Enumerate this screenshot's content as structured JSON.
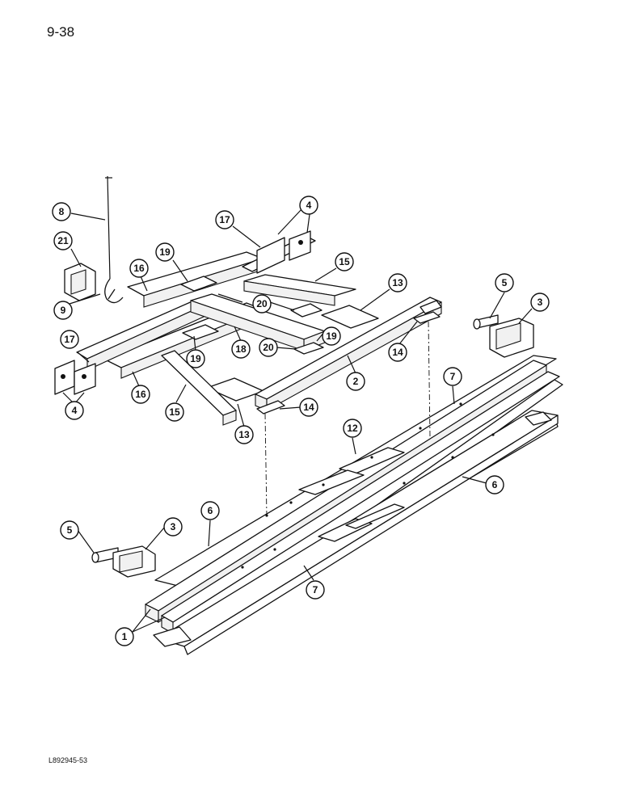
{
  "page": {
    "page_number": "9-38",
    "figure_code": "L892945-53"
  },
  "callouts": [
    {
      "id": "c8",
      "label": "8"
    },
    {
      "id": "c17a",
      "label": "17"
    },
    {
      "id": "c4a",
      "label": "4"
    },
    {
      "id": "c21",
      "label": "21"
    },
    {
      "id": "c16a",
      "label": "16"
    },
    {
      "id": "c19a",
      "label": "19"
    },
    {
      "id": "c15a",
      "label": "15"
    },
    {
      "id": "c13a",
      "label": "13"
    },
    {
      "id": "c5a",
      "label": "5"
    },
    {
      "id": "c3a",
      "label": "3"
    },
    {
      "id": "c9",
      "label": "9"
    },
    {
      "id": "c20a",
      "label": "20"
    },
    {
      "id": "c17b",
      "label": "17"
    },
    {
      "id": "c19b",
      "label": "19"
    },
    {
      "id": "c18",
      "label": "18"
    },
    {
      "id": "c20b",
      "label": "20"
    },
    {
      "id": "c19c",
      "label": "19"
    },
    {
      "id": "c14a",
      "label": "14"
    },
    {
      "id": "c4b",
      "label": "4"
    },
    {
      "id": "c16b",
      "label": "16"
    },
    {
      "id": "c2",
      "label": "2"
    },
    {
      "id": "c7a",
      "label": "7"
    },
    {
      "id": "c15b",
      "label": "15"
    },
    {
      "id": "c13b",
      "label": "13"
    },
    {
      "id": "c14b",
      "label": "14"
    },
    {
      "id": "c12",
      "label": "12"
    },
    {
      "id": "c6a",
      "label": "6"
    },
    {
      "id": "c6b",
      "label": "6"
    },
    {
      "id": "c5b",
      "label": "5"
    },
    {
      "id": "c3b",
      "label": "3"
    },
    {
      "id": "c7b",
      "label": "7"
    },
    {
      "id": "c1",
      "label": "1"
    }
  ]
}
